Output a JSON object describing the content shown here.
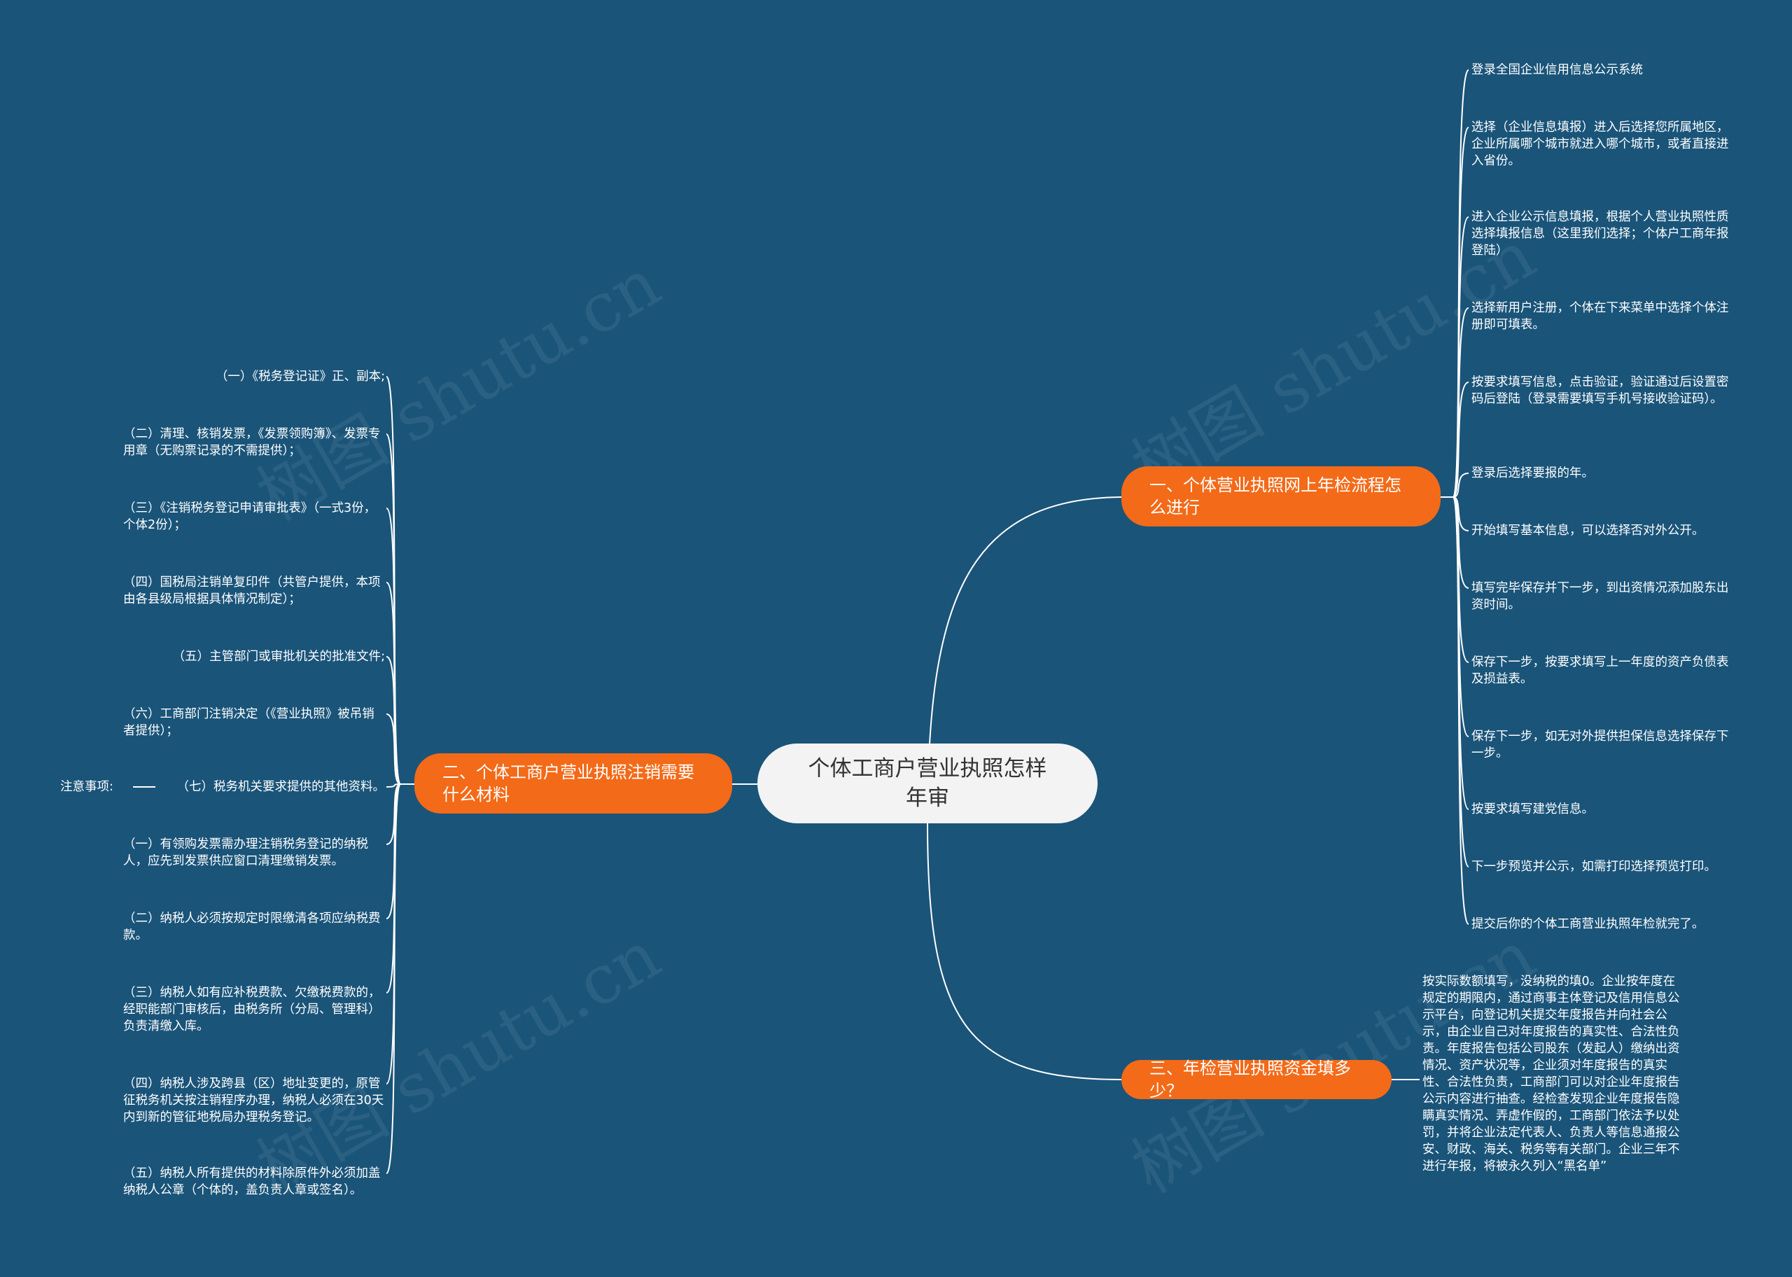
{
  "colors": {
    "background": "#1a5479",
    "root_fill": "#f3f3f3",
    "branch_fill": "#f36a18",
    "line": "#ffffff"
  },
  "mindmap": {
    "root": "个体工商户营业执照怎样年审",
    "branch1": {
      "label": "一、个体营业执照网上年检流程怎么进行",
      "items": [
        "登录全国企业信用信息公示系统",
        "选择（企业信息填报）进入后选择您所属地区，企业所属哪个城市就进入哪个城市，或者直接进入省份。",
        "进入企业公示信息填报，根据个人营业执照性质选择填报信息（这里我们选择；个体户工商年报登陆）",
        "选择新用户注册，个体在下来菜单中选择个体注册即可填表。",
        "按要求填写信息，点击验证，验证通过后设置密码后登陆（登录需要填写手机号接收验证码）。",
        "登录后选择要报的年。",
        "开始填写基本信息，可以选择否对外公开。",
        "填写完毕保存并下一步，到出资情况添加股东出资时间。",
        "保存下一步，按要求填写上一年度的资产负债表及损益表。",
        "保存下一步，如无对外提供担保信息选择保存下一步。",
        "按要求填写建党信息。",
        "下一步预览并公示，如需打印选择预览打印。",
        "提交后你的个体工商营业执照年检就完了。"
      ]
    },
    "branch2": {
      "label": "二、个体工商户营业执照注销需要什么材料",
      "items": [
        "（一）《税务登记证》正、副本;",
        "（二）清理、核销发票，《发票领购簿》、发票专用章（无购票记录的不需提供）；",
        "（三）《注销税务登记申请审批表》（一式3份，个体2份）；",
        "（四）国税局注销单复印件（共管户提供，本项由各县级局根据具体情况制定）；",
        "（五）主管部门或审批机关的批准文件;",
        "（六）工商部门注销决定（《营业执照》被吊销者提供）；",
        "（七）税务机关要求提供的其他资料。",
        "（一）有领购发票需办理注销税务登记的纳税人，应先到发票供应窗口清理缴销发票。",
        "（二）纳税人必须按规定时限缴清各项应纳税费款。",
        "（三）纳税人如有应补税费款、欠缴税费款的，经职能部门审核后，由税务所（分局、管理科）负责清缴入库。",
        "（四）纳税人涉及跨县（区）地址变更的，原管征税务机关按注销程序办理，纳税人必须在30天内到新的管征地税局办理税务登记。",
        "（五）纳税人所有提供的材料除原件外必须加盖纳税人公章（个体的，盖负责人章或签名）。"
      ],
      "note_label": "注意事项:"
    },
    "branch3": {
      "label": "三、年检营业执照资金填多少？",
      "items": [
        "按实际数额填写，没纳税的填0。企业按年度在规定的期限内，通过商事主体登记及信用信息公示平台，向登记机关提交年度报告并向社会公示，由企业自己对年度报告的真实性、合法性负责。年度报告包括公司股东（发起人）缴纳出资情况、资产状况等，企业须对年度报告的真实性、合法性负责，工商部门可以对企业年度报告公示内容进行抽查。经检查发现企业年度报告隐瞒真实情况、弄虚作假的，工商部门依法予以处罚，并将企业法定代表人、负责人等信息通报公安、财政、海关、税务等有关部门。企业三年不进行年报，将被永久列入“黑名单”"
      ]
    },
    "watermark": "树图 shutu.cn"
  }
}
